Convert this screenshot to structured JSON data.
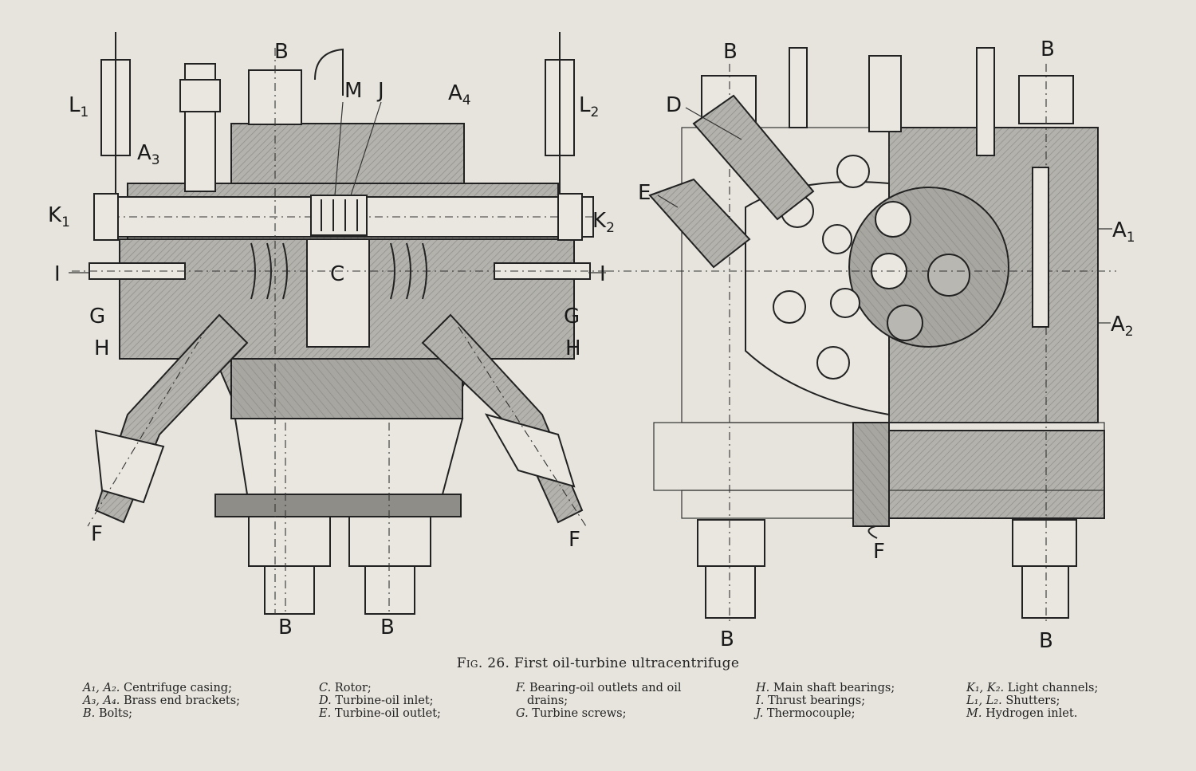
{
  "caption": {
    "fig": "Fig. 26.",
    "title": "First oil-turbine ultracentrifuge"
  },
  "labels": {
    "L1": "L",
    "L1_sub": "1",
    "L2": "L",
    "L2_sub": "2",
    "B": "B",
    "M": "M",
    "J": "J",
    "A4": "A",
    "A4_sub": "4",
    "A3": "A",
    "A3_sub": "3",
    "K1": "K",
    "K1_sub": "1",
    "K2": "K",
    "K2_sub": "2",
    "I": "I",
    "C": "C",
    "G": "G",
    "H": "H",
    "F": "F",
    "D": "D",
    "E": "E",
    "A1": "A",
    "A1_sub": "1",
    "A2": "A",
    "A2_sub": "2"
  },
  "legend": {
    "col1": [
      {
        "key": "A₁, A₂.",
        "text": "Centrifuge casing;"
      },
      {
        "key": "A₃, A₄.",
        "text": "Brass end brackets;"
      },
      {
        "key": "B.",
        "text": "Bolts;"
      }
    ],
    "col2": [
      {
        "key": "C.",
        "text": "Rotor;"
      },
      {
        "key": "D.",
        "text": "Turbine-oil inlet;"
      },
      {
        "key": "E.",
        "text": "Turbine-oil outlet;"
      }
    ],
    "col3": [
      {
        "key": "F.",
        "text": "Bearing-oil outlets and oil"
      },
      {
        "key": "",
        "text": "drains;"
      },
      {
        "key": "G.",
        "text": "Turbine screws;"
      }
    ],
    "col4": [
      {
        "key": "H.",
        "text": "Main shaft bearings;"
      },
      {
        "key": "I.",
        "text": "Thrust bearings;"
      },
      {
        "key": "J.",
        "text": "Thermocouple;"
      }
    ],
    "col5": [
      {
        "key": "K₁, K₂.",
        "text": "Light channels;"
      },
      {
        "key": "L₁, L₂.",
        "text": "Shutters;"
      },
      {
        "key": "M.",
        "text": "Hydrogen inlet."
      }
    ]
  }
}
